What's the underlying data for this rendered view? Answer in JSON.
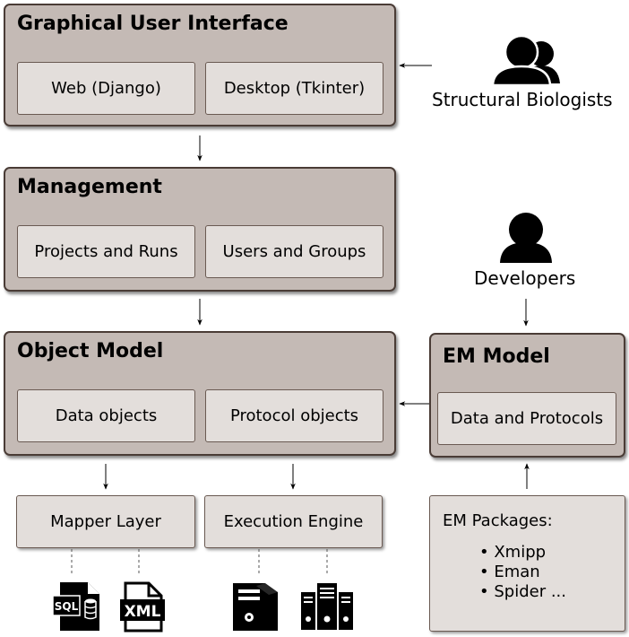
{
  "gui": {
    "title": "Graphical User Interface",
    "web": "Web (Django)",
    "desktop": "Desktop (Tkinter)"
  },
  "management": {
    "title": "Management",
    "projects": "Projects and Runs",
    "users": "Users and Groups"
  },
  "object_model": {
    "title": "Object Model",
    "data": "Data objects",
    "protocol": "Protocol objects"
  },
  "em_model": {
    "title": "EM Model",
    "data": "Data and Protocols"
  },
  "actors": {
    "biologists": "Structural Biologists",
    "developers": "Developers"
  },
  "mapper": "Mapper Layer",
  "execution": "Execution Engine",
  "packages": {
    "title": "EM Packages:",
    "items": [
      "Xmipp",
      "Eman",
      "Spider ..."
    ]
  },
  "icons": {
    "sql": "SQL",
    "xml": "XML"
  }
}
